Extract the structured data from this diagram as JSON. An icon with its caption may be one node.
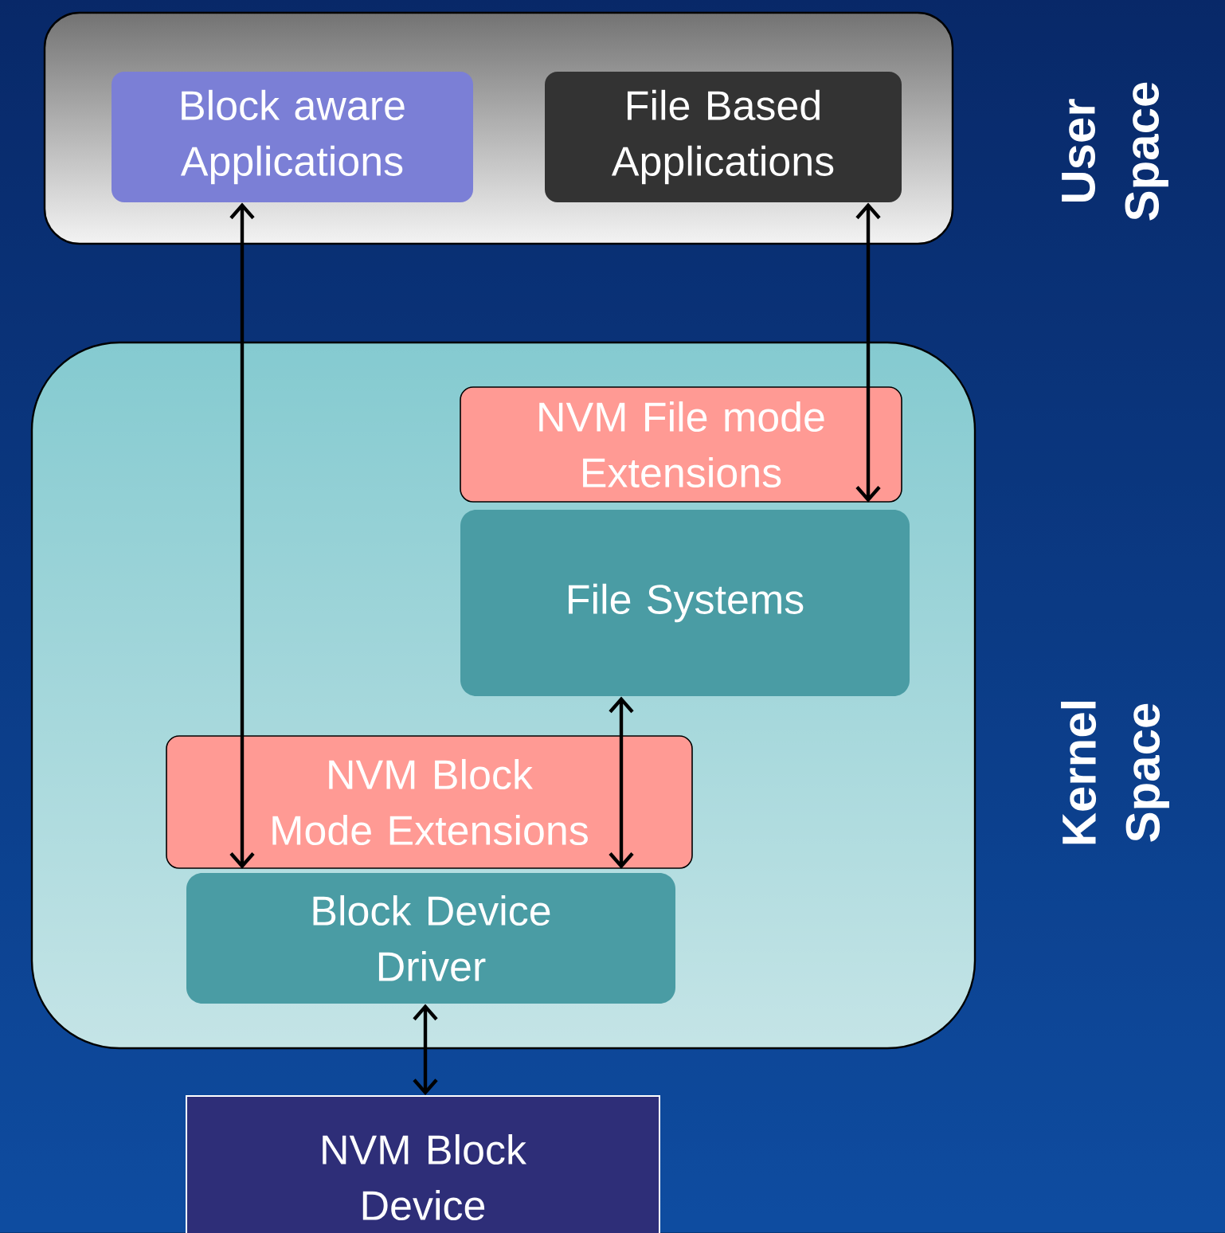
{
  "diagram": {
    "nodes": [
      {
        "text": [],
        "shape": "box"
      },
      {
        "text": [
          "Block aware Applications"
        ],
        "in": 0
      },
      {
        "text": [
          "File Based Applications"
        ],
        "in": 0
      },
      {
        "text": [],
        "shape": "box"
      },
      {
        "text": [
          "NVM File mode Extensions"
        ],
        "in": 3
      },
      {
        "text": [
          "File Systems"
        ],
        "in": 3
      },
      {
        "text": [
          "NVM Block Mode Extensions"
        ],
        "in": 3
      },
      {
        "text": [
          "Block Device Driver"
        ],
        "in": 3
      },
      {
        "text": [
          "NVM Block Device"
        ]
      }
    ],
    "edges": [
      {
        "from": 1,
        "to": 6,
        "arrow": "both"
      },
      {
        "from": 2,
        "to": 4,
        "arrow": "both"
      },
      {
        "from": 5,
        "to": 6,
        "arrow": "both"
      },
      {
        "from": 7,
        "to": 8,
        "arrow": "both"
      }
    ],
    "labels": [
      "User Space",
      "Kernel Space"
    ]
  }
}
